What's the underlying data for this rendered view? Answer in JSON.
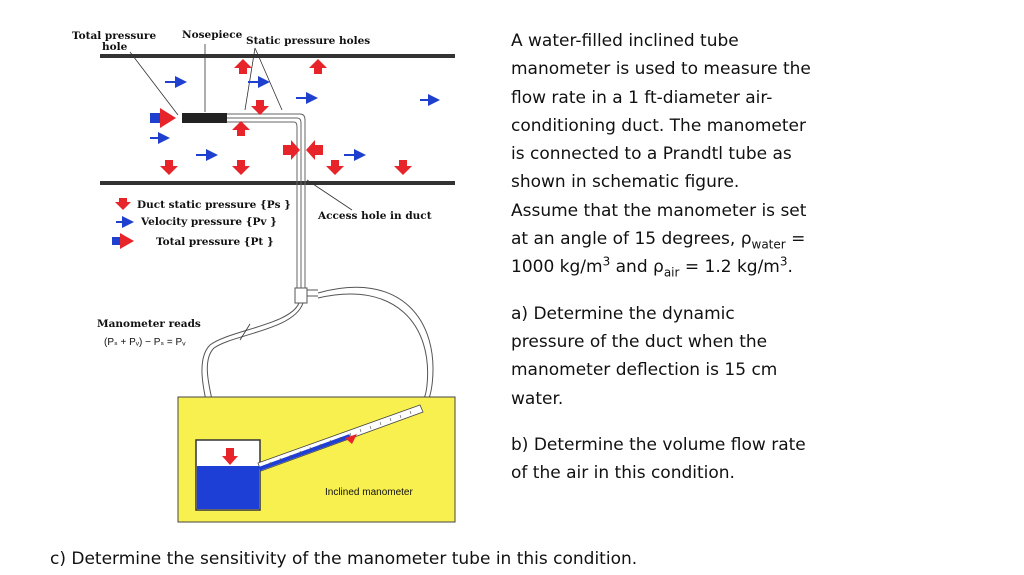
{
  "diagram": {
    "labels": {
      "total_pressure_hole_line1": "Total pressure",
      "total_pressure_hole_line2": "hole",
      "nosepiece": "Nosepiece",
      "static_pressure_holes": "Static pressure holes",
      "access_hole": "Access hole in duct",
      "manometer_reads": "Manometer reads",
      "manometer_formula": "(Pₛ + Pᵥ) − Pₛ = Pᵥ",
      "inclined_manometer": "Inclined manometer"
    },
    "legend": [
      {
        "label": "Duct static pressure {Ps }",
        "icon": "red-down-arrow-icon"
      },
      {
        "label": "Velocity pressure {Pv }",
        "icon": "blue-right-arrow-icon"
      },
      {
        "label": "Total pressure {Pt }",
        "icon": "red-blue-right-arrow-icon"
      }
    ],
    "colors": {
      "static_arrow": "#e8242b",
      "velocity_arrow": "#1f3fcf",
      "box_fill": "#f7f04e",
      "water": "#1e3fd6",
      "duct_line": "#333333"
    }
  },
  "problem": {
    "intro_pre": "A water-filled inclined tube manometer is used to measure the flow rate in a 1 ft-diameter air-conditioning duct. The manometer is connected to a Prandtl tube as shown in schematic figure. Assume that the manometer is set at an angle of 15 degrees, ρ",
    "rho_water_sub": "water",
    "intro_mid": " = 1000 kg/m",
    "exp1": "3",
    "intro_mid2": " and ρ",
    "rho_air_sub": "air",
    "intro_mid3": " = 1.2 kg/m",
    "exp2": "3",
    "intro_end": ".",
    "part_a": "a) Determine the dynamic pressure of the duct when the manometer deflection is 15 cm water.",
    "part_b": "b) Determine the volume flow rate of the air in this condition.",
    "part_c": "c) Determine the sensitivity of the manometer tube in this condition."
  }
}
